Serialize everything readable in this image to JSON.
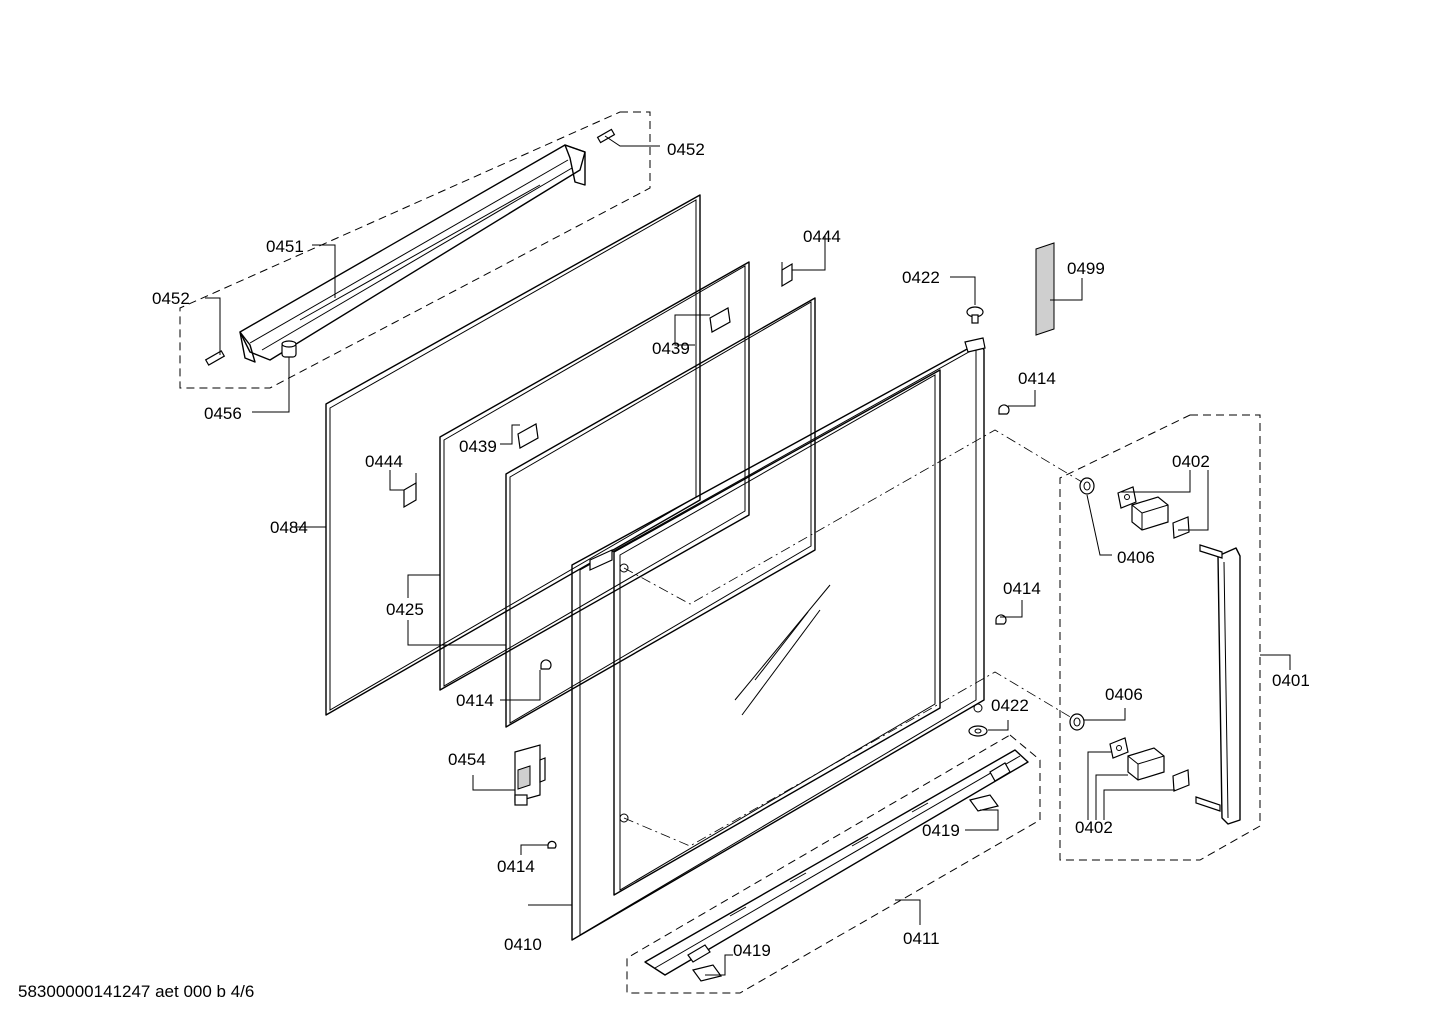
{
  "diagram": {
    "labels": {
      "p0452a": "0452",
      "p0451": "0451",
      "p0452b": "0452",
      "p0456": "0456",
      "p0444a": "0444",
      "p0422a": "0422",
      "p0499": "0499",
      "p0439a": "0439",
      "p0414a": "0414",
      "p0439b": "0439",
      "p0444b": "0444",
      "p0402a": "0402",
      "p0484": "0484",
      "p0406a": "0406",
      "p0425": "0425",
      "p0414b": "0414",
      "p0401": "0401",
      "p0414c": "0414",
      "p0406b": "0406",
      "p0422b": "0422",
      "p0454": "0454",
      "p0419a": "0419",
      "p0402b": "0402",
      "p0414d": "0414",
      "p0411": "0411",
      "p0410": "0410",
      "p0419b": "0419"
    },
    "footer": "58300000141247 aet 000 b 4/6"
  }
}
